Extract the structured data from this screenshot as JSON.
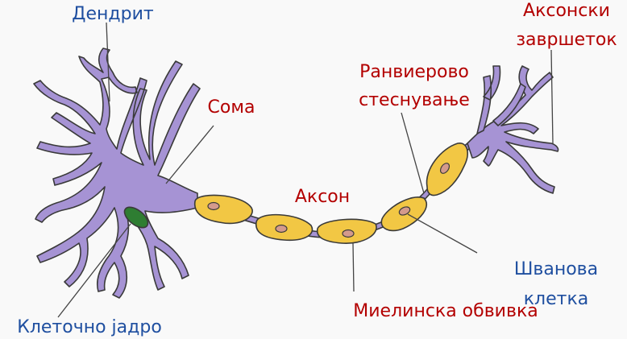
{
  "colors": {
    "neuron_body": "#a693d4",
    "neuron_outline": "#3a3a3a",
    "myelin": "#f2c744",
    "schwann_nucleus": "#d49a8c",
    "cell_nucleus": "#2e7d32",
    "label_blue": "#1f4fa0",
    "label_red": "#b30000"
  },
  "labels": {
    "dendrite": "Дендрит",
    "soma": "Сома",
    "nucleus": "Клеточно јадро",
    "axon": "Аксон",
    "ranvier_line1": "Ранвиерово",
    "ranvier_line2": "стеснување",
    "terminal_line1": "Аксонски",
    "terminal_line2": "завршеток",
    "schwann_line1": "Шванова",
    "schwann_line2": "клетка",
    "myelin": "Миелинска обвивка"
  }
}
